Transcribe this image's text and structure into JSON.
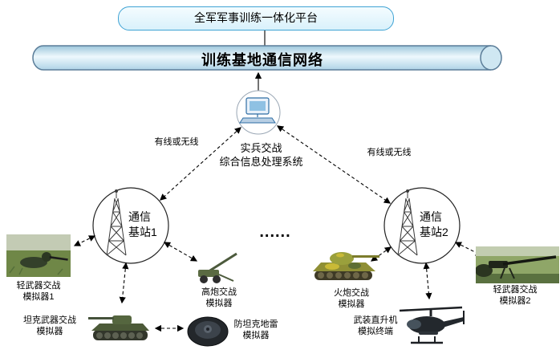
{
  "diagram": {
    "title_platform": "全军军事训练一体化平台",
    "network_bus": "训练基地通信网络",
    "processing_system": {
      "line1": "实兵交战",
      "line2": "综合信息处理系统",
      "icon": "computer-icon"
    },
    "links": {
      "left_label": "有线或无线",
      "right_label": "有线或无线"
    },
    "stations": [
      {
        "line1": "通信",
        "line2": "基站1",
        "icon": "radio-tower-icon"
      },
      {
        "line1": "通信",
        "line2": "基站2",
        "icon": "radio-tower-icon"
      }
    ],
    "ellipsis": "......",
    "equipment": [
      {
        "id": "light-weapon-sim-1",
        "line1": "轻武器交战",
        "line2": "模拟器1",
        "image": "soldier-photo"
      },
      {
        "id": "aa-gun-sim",
        "line1": "高炮交战",
        "line2": "模拟器",
        "image": "anti-aircraft-gun-photo"
      },
      {
        "id": "tank-weapon-sim",
        "line1": "坦克武器交战",
        "line2": "模拟器",
        "image": "tank-photo"
      },
      {
        "id": "anti-tank-mine-sim",
        "line1": "防坦克地雷",
        "line2": "模拟器",
        "image": "mine-photo"
      },
      {
        "id": "artillery-sim",
        "line1": "火炮交战",
        "line2": "模拟器",
        "image": "artillery-photo"
      },
      {
        "id": "helicopter-terminal",
        "line1": "武装直升机",
        "line2": "模拟终端",
        "image": "helicopter-photo"
      },
      {
        "id": "light-weapon-sim-2",
        "line1": "轻武器交战",
        "line2": "模拟器2",
        "image": "machine-gun-photo"
      }
    ],
    "colors": {
      "platform_fill": "#d9f1fb",
      "platform_border": "#3fa3d4",
      "bus_fill": "#cde7f3",
      "bus_border": "#5b7d99",
      "arrow": "#000000",
      "node_fill": "#ffffff"
    }
  }
}
